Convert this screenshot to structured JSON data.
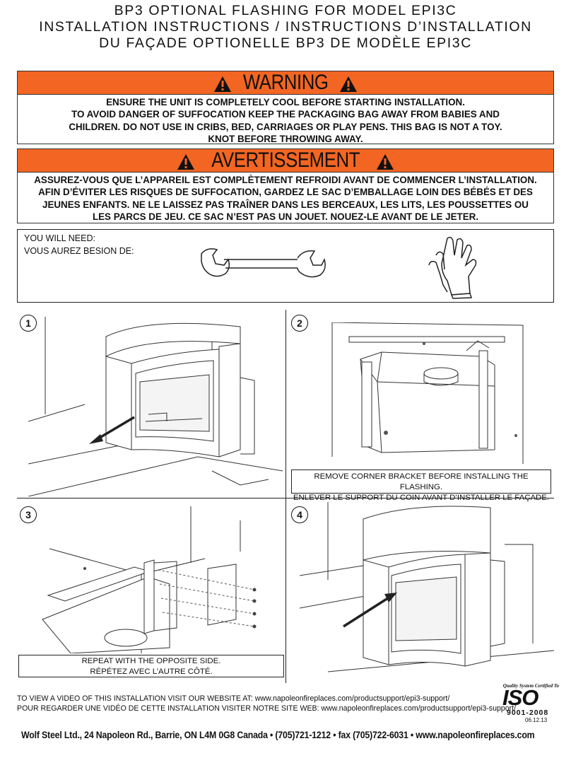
{
  "title": {
    "line1": "BP3 OPTIONAL FLASHING FOR MODEL EPI3C",
    "line2": "INSTALLATION INSTRUCTIONS / INSTRUCTIONS D’INSTALLATION",
    "line3": "DU FAÇADE OPTIONELLE BP3 DE MODÈLE EPI3C"
  },
  "warning": {
    "label": "WARNING",
    "lines": [
      "ENSURE THE UNIT IS COMPLETELY COOL BEFORE STARTING INSTALLATION.",
      "TO AVOID DANGER OF SUFFOCATION KEEP THE PACKAGING BAG AWAY FROM BABIES AND",
      "CHILDREN. DO NOT USE IN CRIBS, BED, CARRIAGES OR PLAY PENS. THIS BAG IS NOT A TOY.",
      "KNOT BEFORE THROWING AWAY."
    ]
  },
  "avertissement": {
    "label": "AVERTISSEMENT",
    "lines": [
      "ASSUREZ-VOUS QUE L’APPAREIL EST COMPLÈTEMENT REFROIDI AVANT DE COMMENCER L’INSTALLATION.",
      "AFIN D’ÉVITER LES RISQUES DE SUFFOCATION, GARDEZ LE SAC D’EMBALLAGE LOIN DES BÉBÉS ET DES",
      "JEUNES ENFANTS. NE LE LAISSEZ PAS TRAÎNER DANS LES BERCEAUX, LES LITS, LES POUSSETTES OU",
      "LES PARCS DE JEU. CE SAC N’EST PAS UN JOUET. NOUEZ-LE AVANT DE LE JETER."
    ]
  },
  "tools": {
    "label_en": "YOU WILL NEED:",
    "label_fr": "VOUS AUREZ BESION DE:",
    "items": [
      "wrench-icon",
      "gloves-icon"
    ]
  },
  "steps": [
    {
      "number": "1",
      "caption": []
    },
    {
      "number": "2",
      "caption": [
        "REMOVE CORNER BRACKET BEFORE INSTALLING THE FLASHING.",
        "ENLEVER LE SUPPORT DU COIN AVANT D’INSTALLER LE FAÇADE."
      ]
    },
    {
      "number": "3",
      "caption": [
        "REPEAT WITH THE OPPOSITE SIDE.",
        "RÉPÉTEZ AVEC L’AUTRE CÔTÉ."
      ]
    },
    {
      "number": "4",
      "caption": []
    }
  ],
  "footer": {
    "video_en": "TO VIEW A VIDEO OF THIS INSTALLATION VISIT OUR WEBSITE AT: www.napoleonfireplaces.com/productsupport/epi3-support/",
    "video_fr": "POUR REGARDER UNE VIDÉO DE CETTE INSTALLATION VISITER NOTRE SITE WEB: www.napoleonfireplaces.com/productsupport/epi3-support/",
    "address": "Wolf Steel Ltd., 24 Napoleon Rd., Barrie, ON L4M 0G8 Canada  •  (705)721-1212  •  fax (705)722-6031  •  www.napoleonfireplaces.com",
    "iso_tagline": "Quality System Certified To",
    "iso_logo": "ISO",
    "iso_number": "9001-2008",
    "date": "06.12.13"
  },
  "colors": {
    "banner": "#f26522",
    "text": "#111111"
  }
}
